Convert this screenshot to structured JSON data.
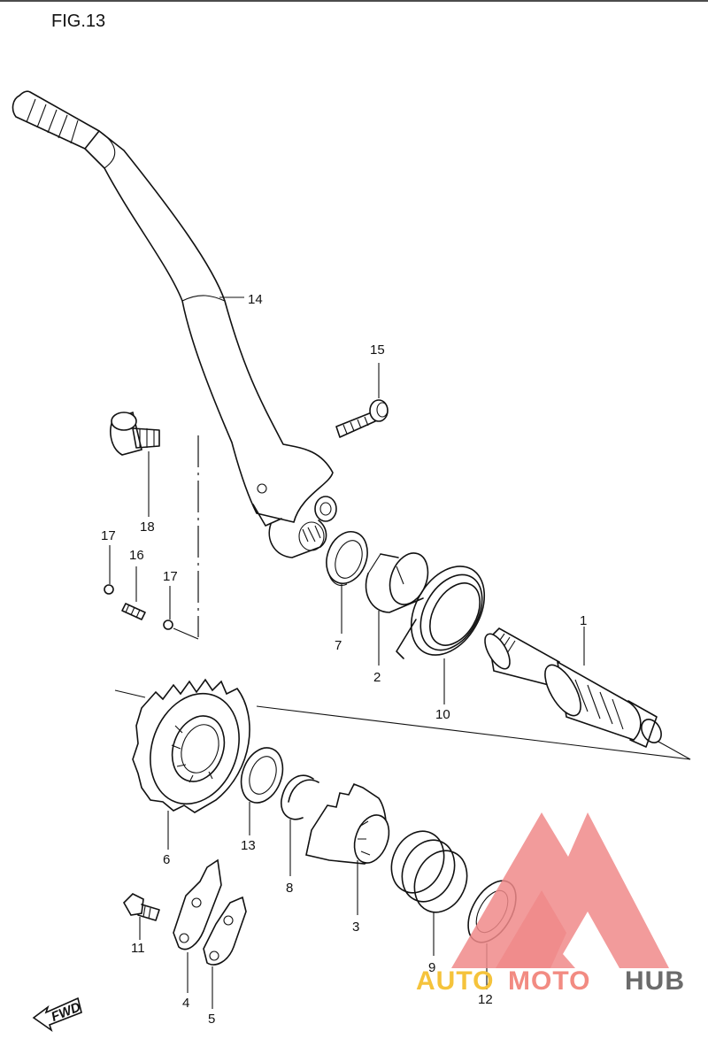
{
  "figure": {
    "title": "FIG.13"
  },
  "fwd_label": "FWD",
  "callouts": [
    {
      "id": "p1",
      "label": "1"
    },
    {
      "id": "p2",
      "label": "2"
    },
    {
      "id": "p3",
      "label": "3"
    },
    {
      "id": "p4",
      "label": "4"
    },
    {
      "id": "p5",
      "label": "5"
    },
    {
      "id": "p6",
      "label": "6"
    },
    {
      "id": "p7",
      "label": "7"
    },
    {
      "id": "p8",
      "label": "8"
    },
    {
      "id": "p9",
      "label": "9"
    },
    {
      "id": "p10",
      "label": "10"
    },
    {
      "id": "p11",
      "label": "11"
    },
    {
      "id": "p12",
      "label": "12"
    },
    {
      "id": "p13",
      "label": "13"
    },
    {
      "id": "p14",
      "label": "14"
    },
    {
      "id": "p15",
      "label": "15"
    },
    {
      "id": "p16",
      "label": "16"
    },
    {
      "id": "p17a",
      "label": "17"
    },
    {
      "id": "p17b",
      "label": "17"
    },
    {
      "id": "p18",
      "label": "18"
    }
  ],
  "watermark": {
    "part1": "AUTO",
    "part2": "MOTO",
    "part3": "HUB",
    "color_primary": "#f5c33b",
    "color_secondary": "#f28b82",
    "color_tertiary": "#6b6b6b"
  }
}
